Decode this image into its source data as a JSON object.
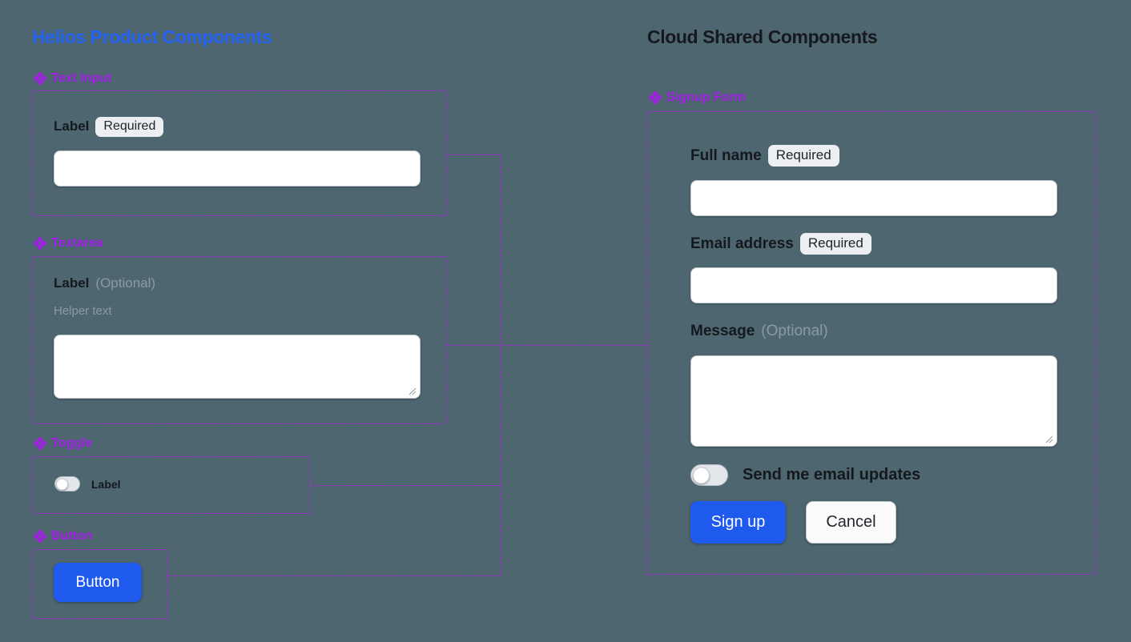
{
  "columns": {
    "left": {
      "heading": "Helios Product Components",
      "heading_color": "#2563f5",
      "sections": [
        {
          "caption": "Text Input",
          "icon": "diamond-cluster-icon",
          "label": "Label",
          "badge": "Required",
          "input_value": "",
          "input_placeholder": ""
        },
        {
          "caption": "Textarea",
          "icon": "diamond-cluster-icon",
          "label": "Label",
          "optional": "(Optional)",
          "helper": "Helper text",
          "input_value": "",
          "input_placeholder": ""
        },
        {
          "caption": "Toggle",
          "icon": "diamond-cluster-icon",
          "label": "Label",
          "state": "off"
        },
        {
          "caption": "Button",
          "icon": "diamond-cluster-icon",
          "button_label": "Button"
        }
      ]
    },
    "right": {
      "heading": "Cloud Shared Components",
      "heading_color": "#15181d",
      "section": {
        "caption": "Signup Form",
        "icon": "diamond-cluster-icon",
        "fields": [
          {
            "label": "Full name",
            "badge": "Required",
            "value": "",
            "placeholder": ""
          },
          {
            "label": "Email address",
            "badge": "Required",
            "value": "",
            "placeholder": ""
          },
          {
            "label": "Message",
            "optional": "(Optional)",
            "value": "",
            "placeholder": ""
          }
        ],
        "toggle": {
          "label": "Send me email updates",
          "state": "off"
        },
        "actions": {
          "primary": "Sign up",
          "secondary": "Cancel"
        }
      }
    }
  },
  "theme": {
    "background": "#4d6670",
    "accent_purple": "#b81ff0",
    "caption_purple": "#a21ee8",
    "primary_blue": "#1f5aef",
    "badge_bg": "#eceef1",
    "muted_text": "#8a9aa2"
  }
}
